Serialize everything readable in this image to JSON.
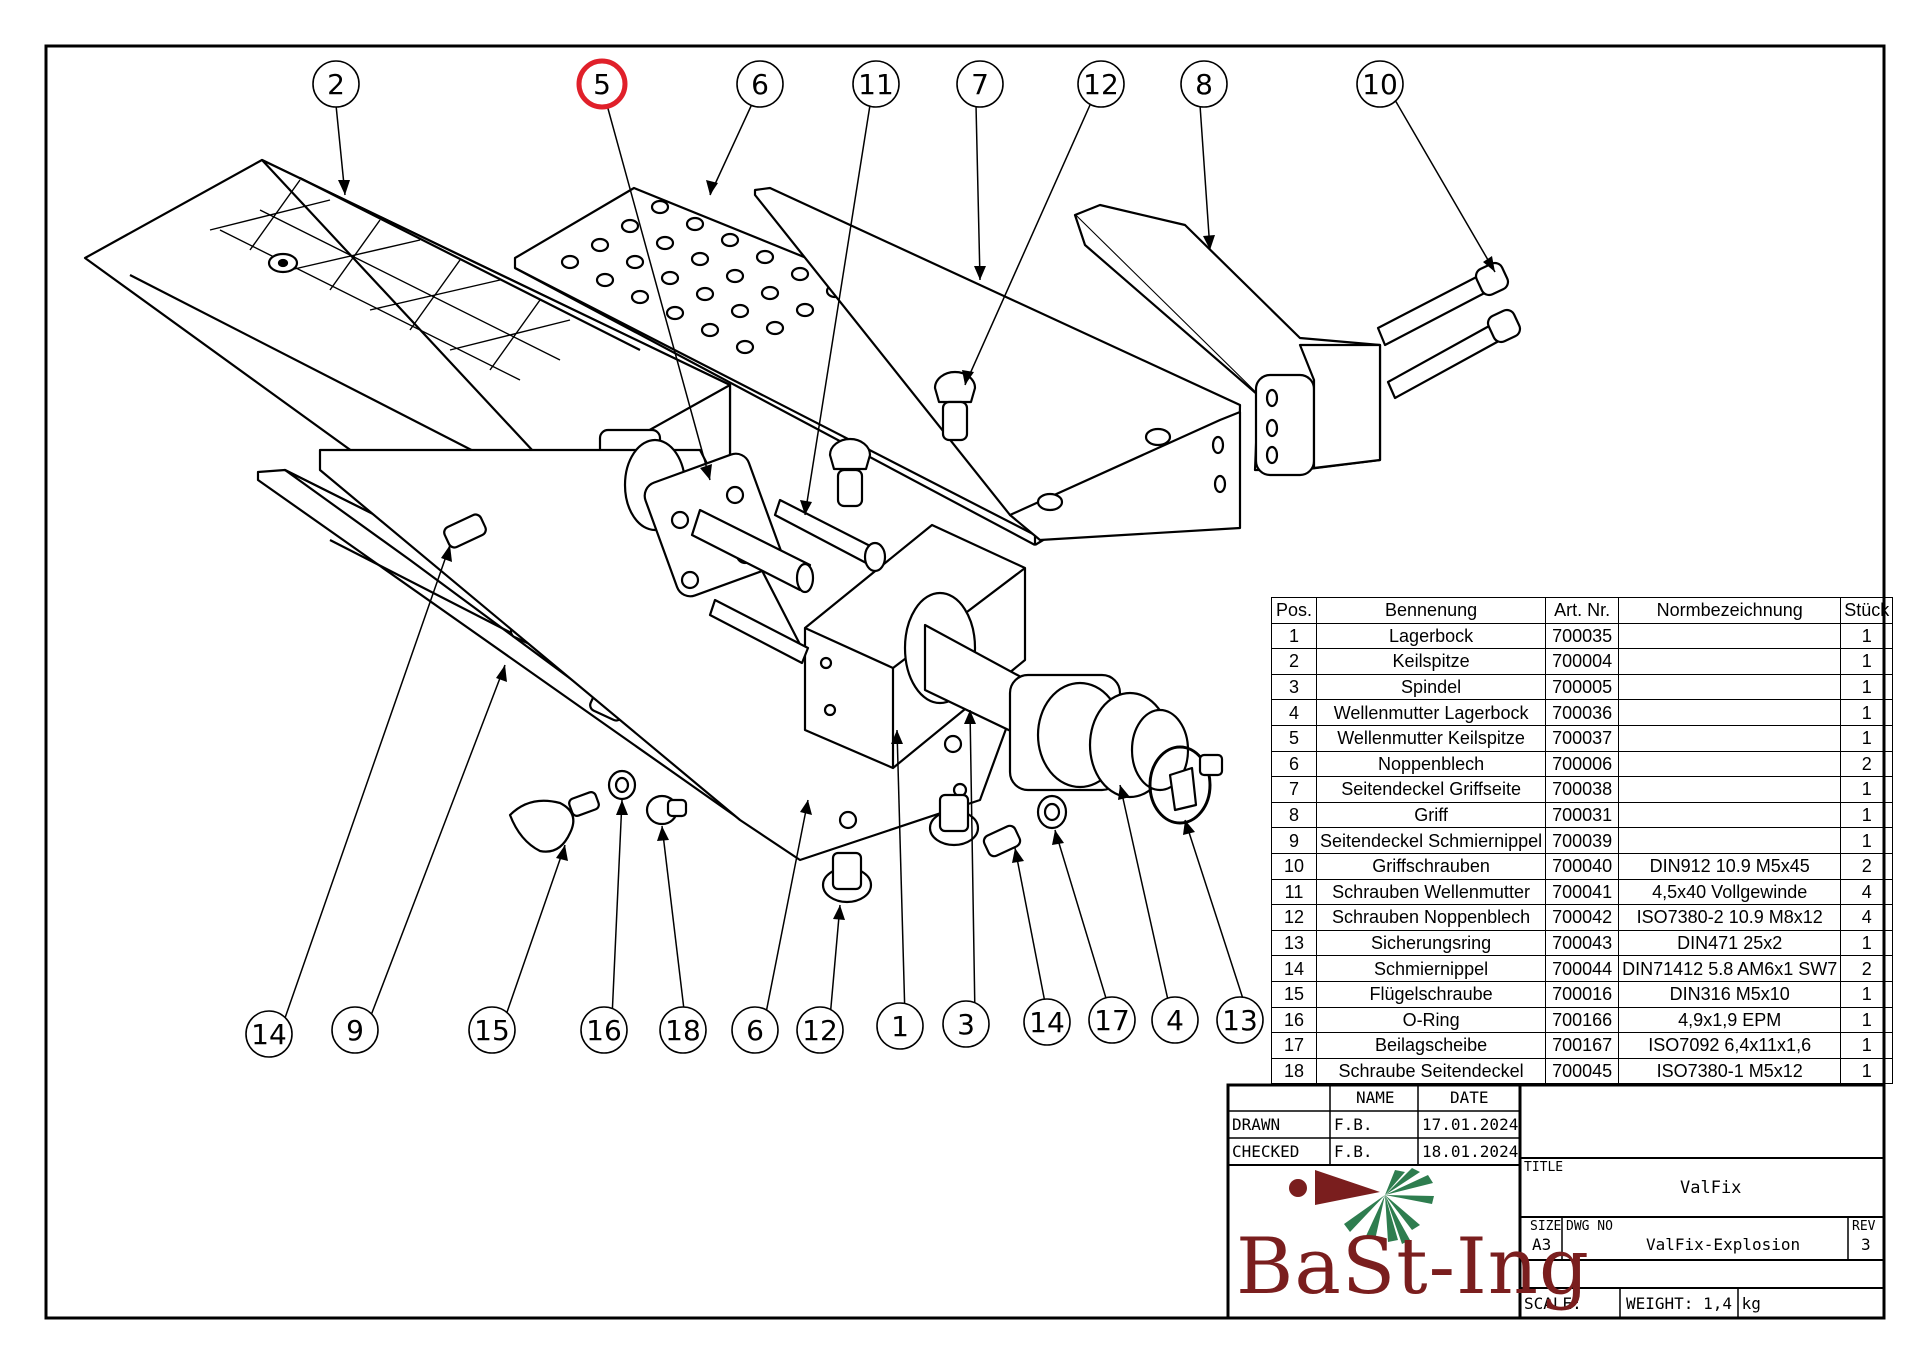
{
  "balloons": [
    {
      "id": "b-2",
      "label": "2"
    },
    {
      "id": "b-5",
      "label": "5"
    },
    {
      "id": "b-6t",
      "label": "6"
    },
    {
      "id": "b-11",
      "label": "11"
    },
    {
      "id": "b-7",
      "label": "7"
    },
    {
      "id": "b-12t",
      "label": "12"
    },
    {
      "id": "b-8",
      "label": "8"
    },
    {
      "id": "b-10",
      "label": "10"
    },
    {
      "id": "b-14l",
      "label": "14"
    },
    {
      "id": "b-9",
      "label": "9"
    },
    {
      "id": "b-15",
      "label": "15"
    },
    {
      "id": "b-16",
      "label": "16"
    },
    {
      "id": "b-18",
      "label": "18"
    },
    {
      "id": "b-6b",
      "label": "6"
    },
    {
      "id": "b-12b",
      "label": "12"
    },
    {
      "id": "b-1",
      "label": "1"
    },
    {
      "id": "b-3",
      "label": "3"
    },
    {
      "id": "b-14r",
      "label": "14"
    },
    {
      "id": "b-17",
      "label": "17"
    },
    {
      "id": "b-4",
      "label": "4"
    },
    {
      "id": "b-13",
      "label": "13"
    }
  ],
  "highlight_color": "#e0202a",
  "bom": {
    "headers": [
      "Pos.",
      "Bennenung",
      "Art. Nr.",
      "Normbezeichnung",
      "Stück"
    ],
    "rows": [
      [
        "1",
        "Lagerbock",
        "700035",
        "",
        "1"
      ],
      [
        "2",
        "Keilspitze",
        "700004",
        "",
        "1"
      ],
      [
        "3",
        "Spindel",
        "700005",
        "",
        "1"
      ],
      [
        "4",
        "Wellenmutter Lagerbock",
        "700036",
        "",
        "1"
      ],
      [
        "5",
        "Wellenmutter Keilspitze",
        "700037",
        "",
        "1"
      ],
      [
        "6",
        "Noppenblech",
        "700006",
        "",
        "2"
      ],
      [
        "7",
        "Seitendeckel Griffseite",
        "700038",
        "",
        "1"
      ],
      [
        "8",
        "Griff",
        "700031",
        "",
        "1"
      ],
      [
        "9",
        "Seitendeckel Schmiernippel",
        "700039",
        "",
        "1"
      ],
      [
        "10",
        "Griffschrauben",
        "700040",
        "DIN912 10.9 M5x45",
        "2"
      ],
      [
        "11",
        "Schrauben Wellenmutter",
        "700041",
        "4,5x40 Vollgewinde",
        "4"
      ],
      [
        "12",
        "Schrauben Noppenblech",
        "700042",
        "ISO7380-2 10.9 M8x12",
        "4"
      ],
      [
        "13",
        "Sicherungsring",
        "700043",
        "DIN471 25x2",
        "1"
      ],
      [
        "14",
        "Schmiernippel",
        "700044",
        "DIN71412 5.8 AM6x1 SW7",
        "2"
      ],
      [
        "15",
        "Flügelschraube",
        "700016",
        "DIN316 M5x10",
        "1"
      ],
      [
        "16",
        "O-Ring",
        "700166",
        "4,9x1,9 EPM",
        "1"
      ],
      [
        "17",
        "Beilagscheibe",
        "700167",
        "ISO7092 6,4x11x1,6",
        "1"
      ],
      [
        "18",
        "Schraube Seitendeckel",
        "700045",
        "ISO7380-1 M5x12",
        "1"
      ]
    ]
  },
  "title_block": {
    "name_header": "NAME",
    "date_header": "DATE",
    "drawn_label": "DRAWN",
    "drawn_name": "F.B.",
    "drawn_date": "17.01.2024",
    "checked_label": "CHECKED",
    "checked_name": "F.B.",
    "checked_date": "18.01.2024",
    "title_label": "TITLE",
    "title_value": "ValFix",
    "size_label": "SIZE",
    "size_value": "A3",
    "dwg_label": "DWG NO",
    "dwg_value": "ValFix-Explosion",
    "rev_label": "REV",
    "rev_value": "3",
    "scale_label": "SCALE:",
    "weight_label": "WEIGHT: 1,4 kg"
  },
  "logo": {
    "text": "BaSt-Ing",
    "text_color": "#7a1e1e",
    "fan_color": "#2e7d4f",
    "wedge_color": "#7a1e1e"
  }
}
